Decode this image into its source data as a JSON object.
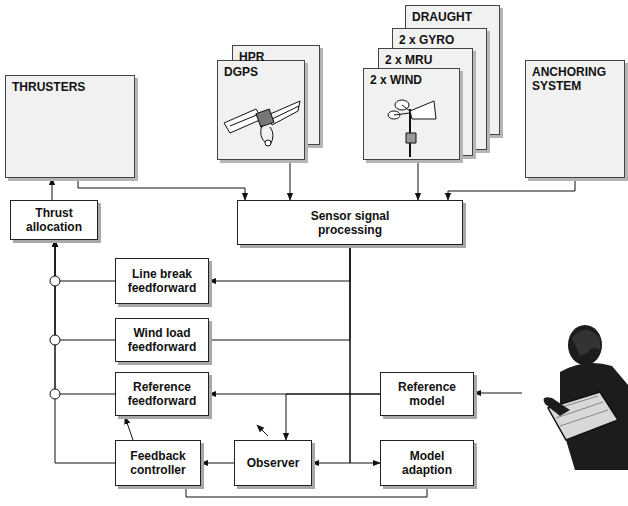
{
  "diagram": {
    "nodes": [
      {
        "text": [
          "THRUSTERS"
        ]
      },
      {
        "text": [
          "HPR"
        ]
      },
      {
        "text": [
          "DGPS"
        ]
      },
      {
        "text": [
          "DRAUGHT"
        ]
      },
      {
        "text": [
          "2 x GYRO"
        ]
      },
      {
        "text": [
          "2 x MRU"
        ]
      },
      {
        "text": [
          "2 x WIND"
        ]
      },
      {
        "text": [
          "ANCHORING SYSTEM"
        ]
      },
      {
        "text": [
          "Thrust allocation"
        ]
      },
      {
        "text": [
          "Sensor signal processing"
        ]
      },
      {
        "text": [
          "Line break feedforward"
        ]
      },
      {
        "text": [
          "Wind load feedforward"
        ]
      },
      {
        "text": [
          "Reference feedforward"
        ]
      },
      {
        "text": [
          "Reference model"
        ]
      },
      {
        "text": [
          "Feedback controller"
        ]
      },
      {
        "text": [
          "Observer"
        ]
      },
      {
        "text": [
          "Model adaption"
        ]
      }
    ],
    "edges": [
      {
        "from": 0,
        "to": 9,
        "arrow": "to"
      },
      {
        "from": 2,
        "to": 9,
        "arrow": "to"
      },
      {
        "from": 6,
        "to": 9,
        "arrow": "to"
      },
      {
        "from": 7,
        "to": 9,
        "arrow": "to"
      },
      {
        "from": 8,
        "to": 0,
        "arrow": "to"
      },
      {
        "from": 9,
        "to": 10,
        "arrow": "to"
      },
      {
        "from": 9,
        "to": 11,
        "arrow": "none"
      },
      {
        "from": 9,
        "to": 15,
        "arrow": "to"
      },
      {
        "from": 9,
        "to": 16,
        "arrow": "to"
      },
      {
        "from": 10,
        "to": 8,
        "arrow": "to"
      },
      {
        "from": 11,
        "to": 8,
        "arrow": "to"
      },
      {
        "from": 12,
        "to": 8,
        "arrow": "to"
      },
      {
        "from": 14,
        "to": 8,
        "arrow": "to"
      },
      {
        "from": 13,
        "to": 12,
        "arrow": "to"
      },
      {
        "from": 13,
        "to": 15,
        "arrow": "to"
      },
      {
        "from": 15,
        "to": 14,
        "arrow": "to"
      },
      {
        "from": 14,
        "to": 12,
        "arrow": "to"
      },
      {
        "from": 16,
        "to": 14,
        "arrow": "none"
      }
    ]
  }
}
